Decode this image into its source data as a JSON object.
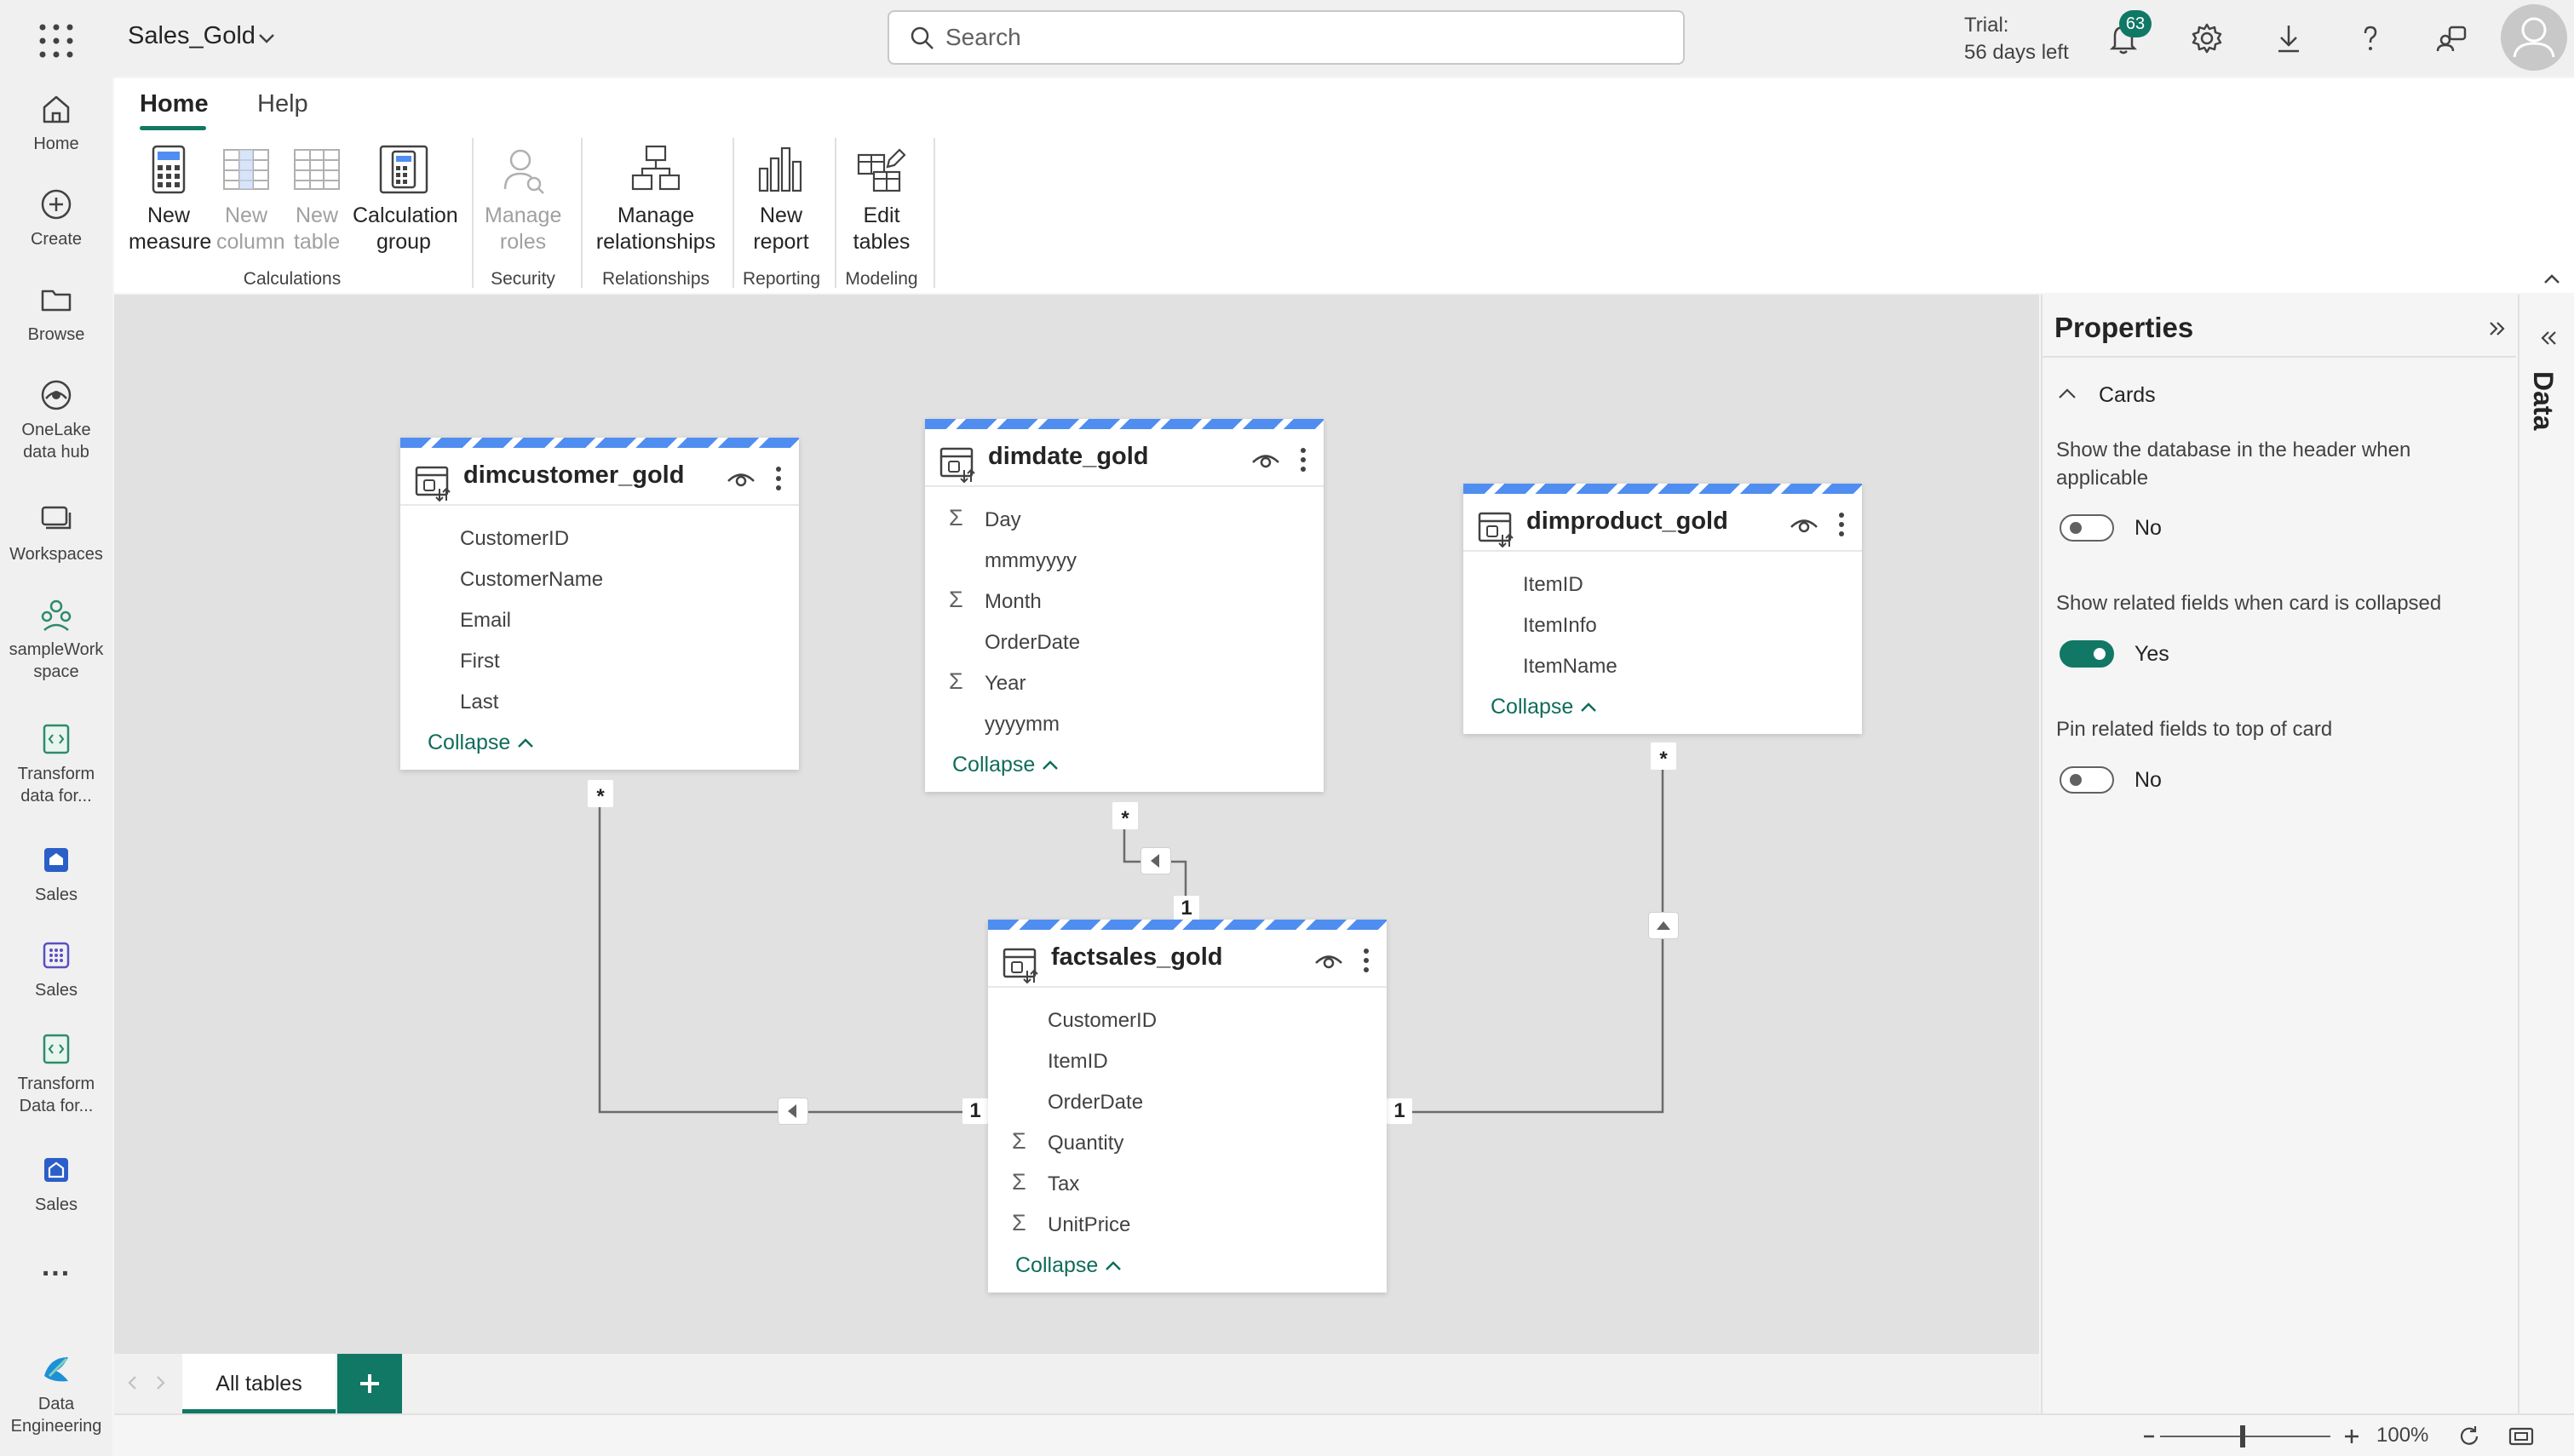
{
  "header": {
    "workspace_title": "Sales_Gold",
    "search_placeholder": "Search",
    "trial_line1": "Trial:",
    "trial_line2": "56 days left",
    "notification_count": "63"
  },
  "leftnav": {
    "items": [
      {
        "label": "Home",
        "icon": "home-icon"
      },
      {
        "label": "Create",
        "icon": "create-icon"
      },
      {
        "label": "Browse",
        "icon": "folder-icon"
      },
      {
        "label": "OneLake data hub",
        "icon": "onelake-icon"
      },
      {
        "label": "Workspaces",
        "icon": "workspaces-icon"
      },
      {
        "label": "sampleWorkspace",
        "icon": "people-icon"
      },
      {
        "label": "Transform data for...",
        "icon": "notebook-icon"
      },
      {
        "label": "Sales",
        "icon": "semantic-model-icon"
      },
      {
        "label": "Sales",
        "icon": "lakehouse-icon"
      },
      {
        "label": "Transform Data for...",
        "icon": "notebook-icon"
      },
      {
        "label": "Sales",
        "icon": "warehouse-icon"
      },
      {
        "label": "...",
        "icon": "more-icon"
      },
      {
        "label": "Data Engineering",
        "icon": "data-engineering-icon"
      }
    ]
  },
  "ribbon": {
    "tabs": [
      "Home",
      "Help"
    ],
    "buttons": {
      "new_measure": "New measure",
      "new_column": "New column",
      "new_table": "New table",
      "calculation_group": "Calculation group",
      "manage_roles": "Manage roles",
      "manage_relationships": "Manage relationships",
      "new_report": "New report",
      "edit_tables": "Edit tables"
    },
    "groups": {
      "calculations": "Calculations",
      "security": "Security",
      "relationships": "Relationships",
      "reporting": "Reporting",
      "modeling": "Modeling"
    }
  },
  "tables": {
    "dimcustomer": {
      "name": "dimcustomer_gold",
      "fields": [
        {
          "name": "CustomerID",
          "sigma": ""
        },
        {
          "name": "CustomerName",
          "sigma": ""
        },
        {
          "name": "Email",
          "sigma": ""
        },
        {
          "name": "First",
          "sigma": ""
        },
        {
          "name": "Last",
          "sigma": ""
        }
      ],
      "collapse": "Collapse"
    },
    "dimdate": {
      "name": "dimdate_gold",
      "fields": [
        {
          "name": "Day",
          "sigma": "Σ"
        },
        {
          "name": "mmmyyyy",
          "sigma": ""
        },
        {
          "name": "Month",
          "sigma": "Σ"
        },
        {
          "name": "OrderDate",
          "sigma": ""
        },
        {
          "name": "Year",
          "sigma": "Σ"
        },
        {
          "name": "yyyymm",
          "sigma": ""
        }
      ],
      "collapse": "Collapse"
    },
    "dimproduct": {
      "name": "dimproduct_gold",
      "fields": [
        {
          "name": "ItemID",
          "sigma": ""
        },
        {
          "name": "ItemInfo",
          "sigma": ""
        },
        {
          "name": "ItemName",
          "sigma": ""
        }
      ],
      "collapse": "Collapse"
    },
    "factsales": {
      "name": "factsales_gold",
      "fields": [
        {
          "name": "CustomerID",
          "sigma": ""
        },
        {
          "name": "ItemID",
          "sigma": ""
        },
        {
          "name": "OrderDate",
          "sigma": ""
        },
        {
          "name": "Quantity",
          "sigma": "Σ"
        },
        {
          "name": "Tax",
          "sigma": "Σ"
        },
        {
          "name": "UnitPrice",
          "sigma": "Σ"
        }
      ],
      "collapse": "Collapse"
    }
  },
  "relationships": {
    "many": "*",
    "one": "1"
  },
  "bottom_tabs": {
    "all_tables": "All tables",
    "add": "+"
  },
  "statusbar": {
    "zoom": "100%"
  },
  "properties": {
    "title": "Properties",
    "section": "Cards",
    "settings": [
      {
        "label": "Show the database in the header when applicable",
        "value": "No",
        "on": false
      },
      {
        "label": "Show related fields when card is collapsed",
        "value": "Yes",
        "on": true
      },
      {
        "label": "Pin related fields to top of card",
        "value": "No",
        "on": false
      }
    ]
  },
  "data_pane": {
    "label": "Data"
  },
  "colors": {
    "accent": "#117865",
    "card_stripe": "#4f8ef0",
    "canvas": "#e1e1e1"
  }
}
